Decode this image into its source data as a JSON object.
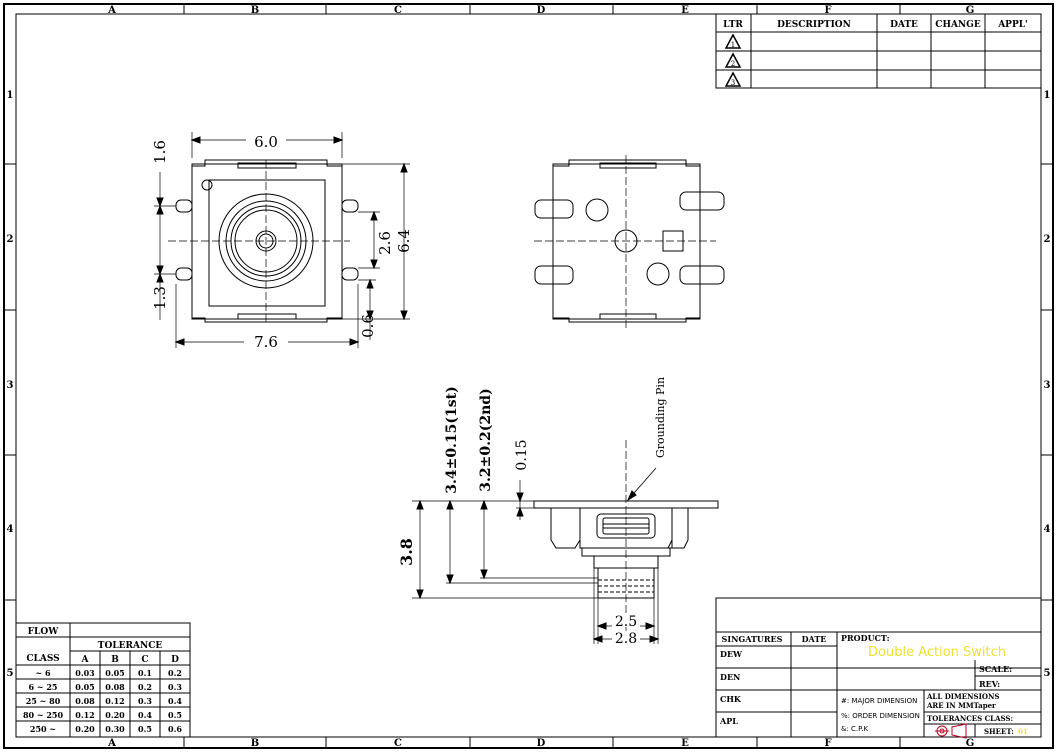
{
  "border": {
    "columns": [
      "A",
      "B",
      "C",
      "D",
      "E",
      "F",
      "G"
    ],
    "rows": [
      "1",
      "2",
      "3",
      "4",
      "5"
    ]
  },
  "revision_table": {
    "headers": [
      "LTR",
      "DESCRIPTION",
      "DATE",
      "CHANGE",
      "APPL'"
    ],
    "rows": [
      {
        "ltr": "1"
      },
      {
        "ltr": "2"
      },
      {
        "ltr": "3"
      }
    ]
  },
  "top_view": {
    "dim_width_top": "6.0",
    "dim_left_top": "1.6",
    "dim_left_bottom": "1.3",
    "dim_right_a": "2.6",
    "dim_right_b": "6.4",
    "dim_right_c": "0.6",
    "dim_width_bottom": "7.6"
  },
  "side_view": {
    "label_pin": "Grounding Pin",
    "dim_h1": "3.4±0.15(1st)",
    "dim_h2": "3.2±0.2(2nd)",
    "dim_h3": "0.15",
    "dim_total": "3.8",
    "dim_w1": "2.5",
    "dim_w2": "2.8"
  },
  "tolerance_table": {
    "flow": "FLOW",
    "class": "CLASS",
    "tolerance": "TOLERANCE",
    "cols": [
      "A",
      "B",
      "C",
      "D"
    ],
    "rows": [
      {
        "c": "~ 6",
        "v": [
          "0.03",
          "0.05",
          "0.1",
          "0.2"
        ]
      },
      {
        "c": "6 ~ 25",
        "v": [
          "0.05",
          "0.08",
          "0.2",
          "0.3"
        ]
      },
      {
        "c": "25 ~ 80",
        "v": [
          "0.08",
          "0.12",
          "0.3",
          "0.4"
        ]
      },
      {
        "c": "80 ~ 250",
        "v": [
          "0.12",
          "0.20",
          "0.4",
          "0.5"
        ]
      },
      {
        "c": "250 ~",
        "v": [
          "0.20",
          "0.30",
          "0.5",
          "0.6"
        ]
      }
    ]
  },
  "title_block": {
    "signatures": "SINGATURES",
    "date": "DATE",
    "product_label": "PRODUCT:",
    "product_name": "Double Action Switch",
    "roles": [
      "DEW",
      "DEN",
      "CHK",
      "APL"
    ],
    "scale": "SCALE:",
    "rev": "REV:",
    "major": "#: MAJOR DIMENSION",
    "order": "%: ORDER DIMENSION",
    "cpk": "&: C.P.K",
    "all_dims_1": "ALL DIMENSIONS",
    "all_dims_2": "ARE IN MMTaper",
    "tol_class": "TOLERANCES CLASS:",
    "sheet": "SHEET:",
    "sheet_no": "01",
    "accent": "#f0e030"
  }
}
